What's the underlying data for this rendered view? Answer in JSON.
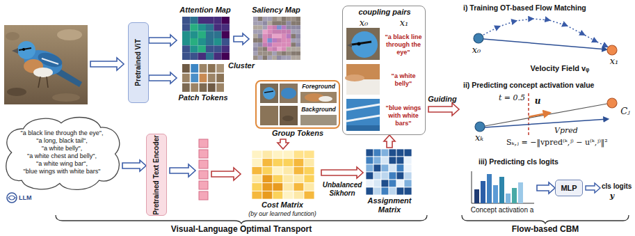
{
  "diagram": {
    "nodes": [
      {
        "text": [
          "Pretrained ViT"
        ]
      },
      {
        "text": [
          "Attention Map"
        ]
      },
      {
        "text": [
          "Patch Tokens"
        ]
      },
      {
        "text": [
          "Saliency Map"
        ]
      },
      {
        "text": [
          "Foreground",
          "Background",
          "Group Tokens"
        ]
      },
      {
        "text": [
          "coupling pairs",
          "x₀",
          "x₁",
          "\"a black line through the eye\"",
          "\"a white belly\"",
          "\"blue wings with white bars\""
        ]
      },
      {
        "text": [
          "\"a black line through the eye\",",
          "\"a long, black tail\",",
          "\"a white belly\",",
          "\"a white chest and belly\",",
          "\"a white wing bar\",",
          "\"blue wings with white bars\""
        ]
      },
      {
        "text": [
          "Pretrained Text Encoder"
        ]
      },
      {
        "text": [
          "Cost Matrix",
          "(by our learned function)"
        ]
      },
      {
        "text": [
          "Assignment Matrix"
        ]
      },
      {
        "text": [
          "Concept activation a"
        ]
      },
      {
        "text": [
          "MLP"
        ]
      }
    ],
    "edges": [
      {
        "from": 0,
        "to": 1,
        "arrow": "to"
      },
      {
        "from": 0,
        "to": 2,
        "arrow": "to"
      },
      {
        "from": 1,
        "to": 3,
        "arrow": "to",
        "label": "Cluster"
      },
      {
        "from": 6,
        "to": 7,
        "arrow": "to"
      },
      {
        "from": 4,
        "to": 8,
        "arrow": "to"
      },
      {
        "from": 8,
        "to": 9,
        "arrow": "to",
        "label": "Unbalanced Sikhorn"
      },
      {
        "from": 9,
        "to": 5,
        "arrow": "to"
      },
      {
        "from": 10,
        "to": 11,
        "arrow": "to"
      }
    ],
    "labels": [
      "LLM",
      "Guiding",
      "Visual-Language Optimal Transport",
      "Flow-based CBM",
      "i) Training OT-based Flow Matching",
      "x₀",
      "x₁",
      "Velocity Field vᵩ",
      "ii) Predicting concept activation value",
      "t = 0.5",
      "u",
      "Cⱼ",
      "Vpred",
      "xₖ",
      "Sₖ,ⱼ = −‖vpred⁽ᵏ,ʲ⁾ − u⁽ᵏ,ʲ⁾‖²",
      "iii) Predicting cls logits",
      "cls logits",
      "y"
    ]
  }
}
